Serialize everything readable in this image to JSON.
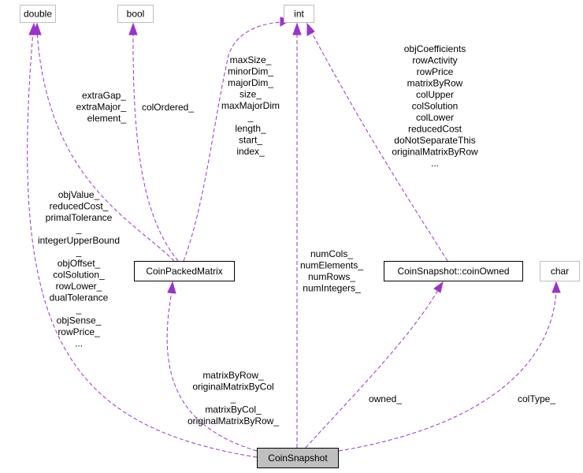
{
  "nodes": {
    "double": "double",
    "bool": "bool",
    "int": "int",
    "char": "char",
    "coin_packed_matrix": "CoinPackedMatrix",
    "coin_owned": "CoinSnapshot::coinOwned",
    "coin_snapshot": "CoinSnapshot"
  },
  "edge_labels": {
    "cpm_to_double": [
      "extraGap_",
      "extraMajor_",
      "element_"
    ],
    "cpm_to_bool": [
      "colOrdered_"
    ],
    "cpm_to_int": [
      "maxSize_",
      "minorDim_",
      "majorDim_",
      "size_",
      "maxMajorDim",
      "_",
      "length_",
      "start_",
      "index_"
    ],
    "owned_to_int": [
      "objCoefficients",
      "rowActivity",
      "rowPrice",
      "matrixByRow",
      "colUpper",
      "colSolution",
      "colLower",
      "reducedCost",
      "doNotSeparateThis",
      "originalMatrixByRow",
      "..."
    ],
    "snap_to_double": [
      "objValue_",
      "reducedCost_",
      "primalTolerance",
      "_",
      "integerUpperBound",
      "_",
      "objOffset_",
      "colSolution_",
      "rowLower_",
      "dualTolerance",
      "_",
      "objSense_",
      "rowPrice_",
      "..."
    ],
    "snap_to_int": [
      "numCols_",
      "numElements_",
      "numRows_",
      "numIntegers_"
    ],
    "snap_to_cpm": [
      "matrixByRow_",
      "originalMatrixByCol",
      "_",
      "matrixByCol_",
      "originalMatrixByRow_"
    ],
    "snap_to_owned": [
      "owned_"
    ],
    "snap_to_char": [
      "colType_"
    ]
  },
  "colors": {
    "edge": "#9a32cd",
    "main_node_fill": "#bfbfbf",
    "gray_border": "#bfbfbf"
  }
}
